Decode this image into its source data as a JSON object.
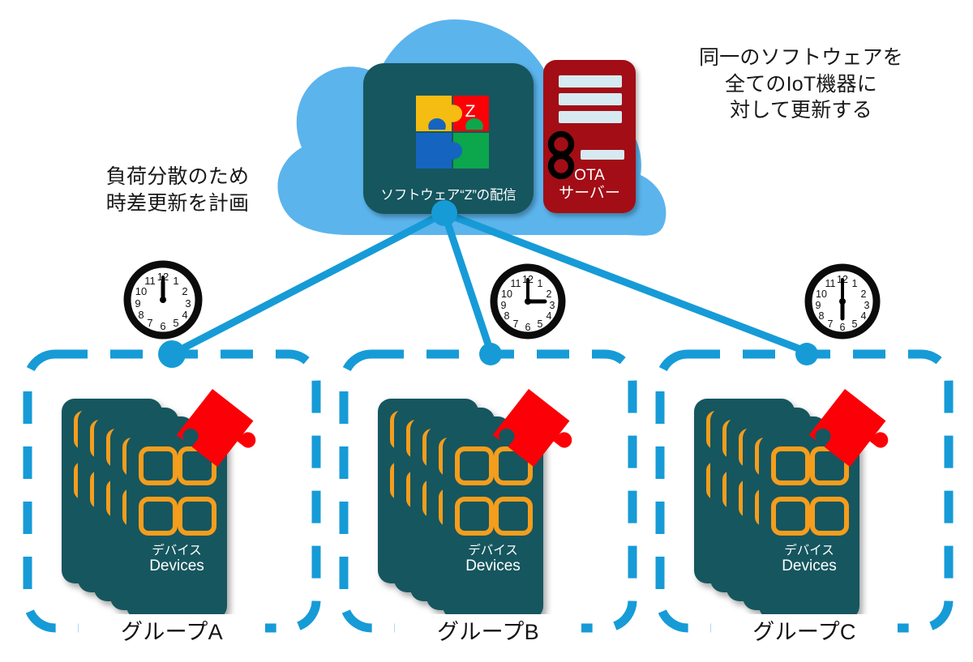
{
  "diagram": {
    "title": "OTA staged software update to IoT device groups",
    "colors": {
      "cloud_blue": "#5BB4EC",
      "link_blue": "#169BD7",
      "teal": "#15565F",
      "server_red": "#A31012",
      "device_orange": "#F59D1E",
      "puzzle_red": "#FB0007",
      "puzzle_yellow": "#F5BC12",
      "puzzle_blue": "#1565C0",
      "puzzle_green": "#0CA64C",
      "text_dark": "#181818",
      "white": "#FFFFFF"
    }
  },
  "annotations": {
    "left_note": "負荷分散のため\n時差更新を計画",
    "right_note": "同一のソフトウェアを\n全てのIoT機器に\n対して更新する"
  },
  "cloud": {
    "distribution_box": {
      "label": "ソフトウェア“Z”の配信",
      "puzzle_letter": "Z"
    },
    "server": {
      "label": "OTA\nサーバー"
    }
  },
  "clocks": [
    {
      "name": "clock-group-a",
      "time": "12:00",
      "hour_deg": 0,
      "minute_deg": 0
    },
    {
      "name": "clock-group-b",
      "time": "3:00",
      "hour_deg": 90,
      "minute_deg": 0
    },
    {
      "name": "clock-group-c",
      "time": "6:00",
      "hour_deg": 180,
      "minute_deg": 0
    }
  ],
  "clock_numerals": [
    "12",
    "1",
    "2",
    "3",
    "4",
    "5",
    "6",
    "7",
    "8",
    "9",
    "10",
    "11"
  ],
  "groups": [
    {
      "id": "group-a",
      "label": "グループA",
      "devices": {
        "ja": "デバイス",
        "en": "Devices"
      }
    },
    {
      "id": "group-b",
      "label": "グループB",
      "devices": {
        "ja": "デバイス",
        "en": "Devices"
      }
    },
    {
      "id": "group-c",
      "label": "グループC",
      "devices": {
        "ja": "デバイス",
        "en": "Devices"
      }
    }
  ]
}
